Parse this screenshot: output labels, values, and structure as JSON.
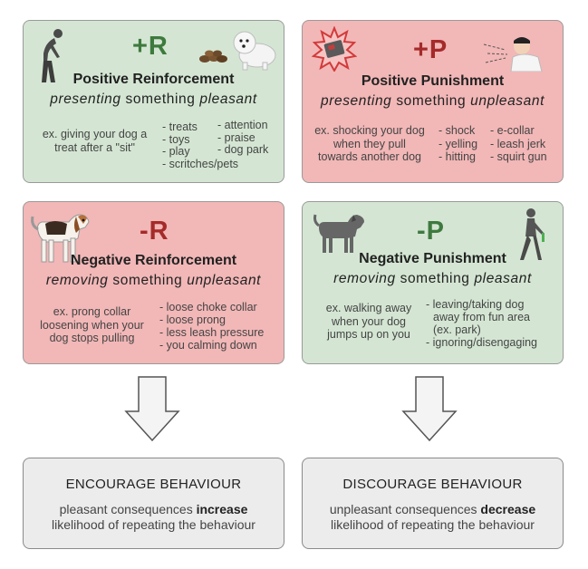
{
  "quadrants": {
    "positive_reinforcement": {
      "code": "+R",
      "title": "Positive Reinforcement",
      "subtitle_action": "presenting",
      "subtitle_middle": "something",
      "subtitle_quality": "pleasant",
      "example_lines": [
        "ex. giving your dog a",
        "treat after a \"sit\""
      ],
      "list_col1": [
        "- treats",
        "- toys",
        "- play",
        "- scritches/pets"
      ],
      "list_col2": [
        "- attention",
        "- praise",
        "- dog park"
      ]
    },
    "positive_punishment": {
      "code": "+P",
      "title": "Positive Punishment",
      "subtitle_action": "presenting",
      "subtitle_middle": "something",
      "subtitle_quality": "unpleasant",
      "example_lines": [
        "ex. shocking your dog",
        "when they pull",
        "towards another dog"
      ],
      "list_col1": [
        "- shock",
        "- yelling",
        "- hitting"
      ],
      "list_col2": [
        "- e-collar",
        "- leash jerk",
        "- squirt gun"
      ]
    },
    "negative_reinforcement": {
      "code": "-R",
      "title": "Negative Reinforcement",
      "subtitle_action": "removing",
      "subtitle_middle": "something",
      "subtitle_quality": "unpleasant",
      "example_lines": [
        "ex. prong collar",
        "loosening when your",
        "dog stops pulling"
      ],
      "list_col1": [
        "- loose choke collar",
        "- loose prong",
        "- less leash pressure",
        "- you calming down"
      ]
    },
    "negative_punishment": {
      "code": "-P",
      "title": "Negative Punishment",
      "subtitle_action": "removing",
      "subtitle_middle": "something",
      "subtitle_quality": "pleasant",
      "example_lines": [
        "ex. walking away",
        "when your dog",
        "jumps up on you"
      ],
      "list_col1": [
        "- leaving/taking dog",
        "away from fun area",
        "(ex. park)",
        "- ignoring/disengaging"
      ]
    }
  },
  "outcomes": {
    "encourage": {
      "title": "ENCOURAGE BEHAVIOUR",
      "desc_pre": "pleasant consequences",
      "desc_bold": "increase",
      "desc_line2": "likelihood of repeating the behaviour"
    },
    "discourage": {
      "title": "DISCOURAGE BEHAVIOUR",
      "desc_pre": "unpleasant consequences",
      "desc_bold": "decrease",
      "desc_line2": "likelihood of repeating the behaviour"
    }
  },
  "colors": {
    "green_box": "#d4e6d3",
    "red_box": "#f2b7b7",
    "grey_box": "#ececec",
    "green_text": "#3e7a3e",
    "red_text": "#a52a2a"
  },
  "icons": {
    "pr_left": "person-bending-icon",
    "pr_treats": "treat-pile-icon",
    "pr_dog": "white-dog-icon",
    "pp_collar": "shock-collar-icon",
    "pp_person": "person-shouting-icon",
    "nr_dog": "beagle-dog-icon",
    "np_dog": "grey-dog-icon",
    "np_person": "person-walking-icon",
    "arrows": "down-arrow-icon"
  }
}
